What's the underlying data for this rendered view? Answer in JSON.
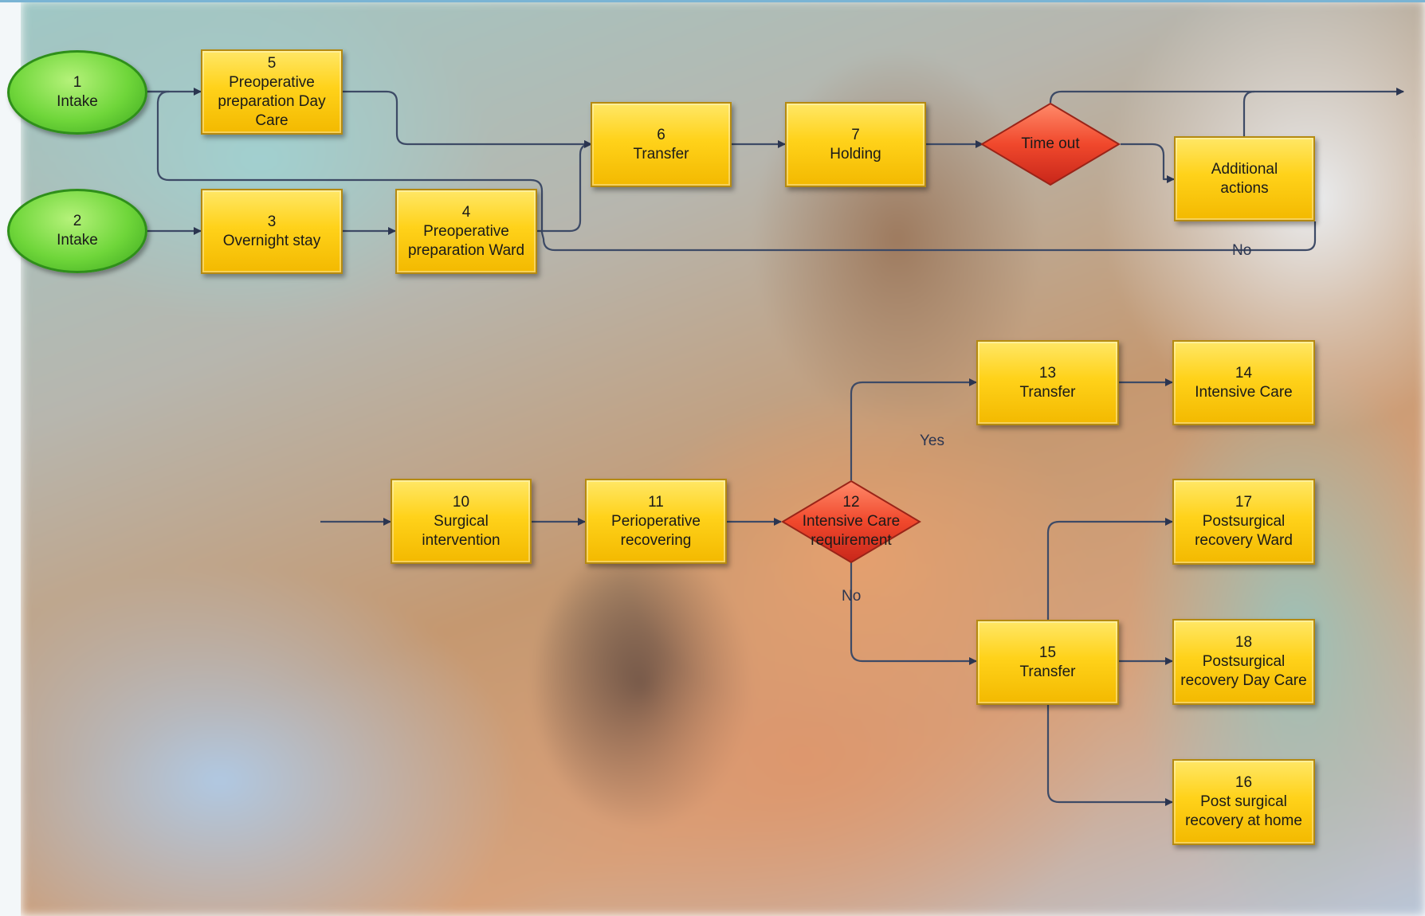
{
  "colors": {
    "process_fill": "#ffd21a",
    "start_fill": "#6fd63a",
    "decision_fill": "#f05a3c",
    "connector": "#3d4a66"
  },
  "nodes": {
    "n1": {
      "number": "1",
      "label": "Intake"
    },
    "n2": {
      "number": "2",
      "label": "Intake"
    },
    "n3": {
      "number": "3",
      "label": "Overnight stay"
    },
    "n4": {
      "number": "4",
      "label": "Preoperative preparation Ward"
    },
    "n5": {
      "number": "5",
      "label": "Preoperative preparation Day Care"
    },
    "n6": {
      "number": "6",
      "label": "Transfer"
    },
    "n7": {
      "number": "7",
      "label": "Holding"
    },
    "timeout": {
      "label": "Time out"
    },
    "additional": {
      "label": "Additional actions"
    },
    "n10": {
      "number": "10",
      "label": "Surgical intervention"
    },
    "n11": {
      "number": "11",
      "label": "Perioperative recovering"
    },
    "n12": {
      "number": "12",
      "label": "Intensive Care requirement"
    },
    "n13": {
      "number": "13",
      "label": "Transfer"
    },
    "n14": {
      "number": "14",
      "label": "Intensive Care"
    },
    "n15": {
      "number": "15",
      "label": "Transfer"
    },
    "n16": {
      "number": "16",
      "label": "Post surgical recovery at home"
    },
    "n17": {
      "number": "17",
      "label": "Postsurgical recovery Ward"
    },
    "n18": {
      "number": "18",
      "label": "Postsurgical recovery Day Care"
    }
  },
  "edge_labels": {
    "additional_no": "No",
    "ic_yes": "Yes",
    "ic_no": "No"
  }
}
